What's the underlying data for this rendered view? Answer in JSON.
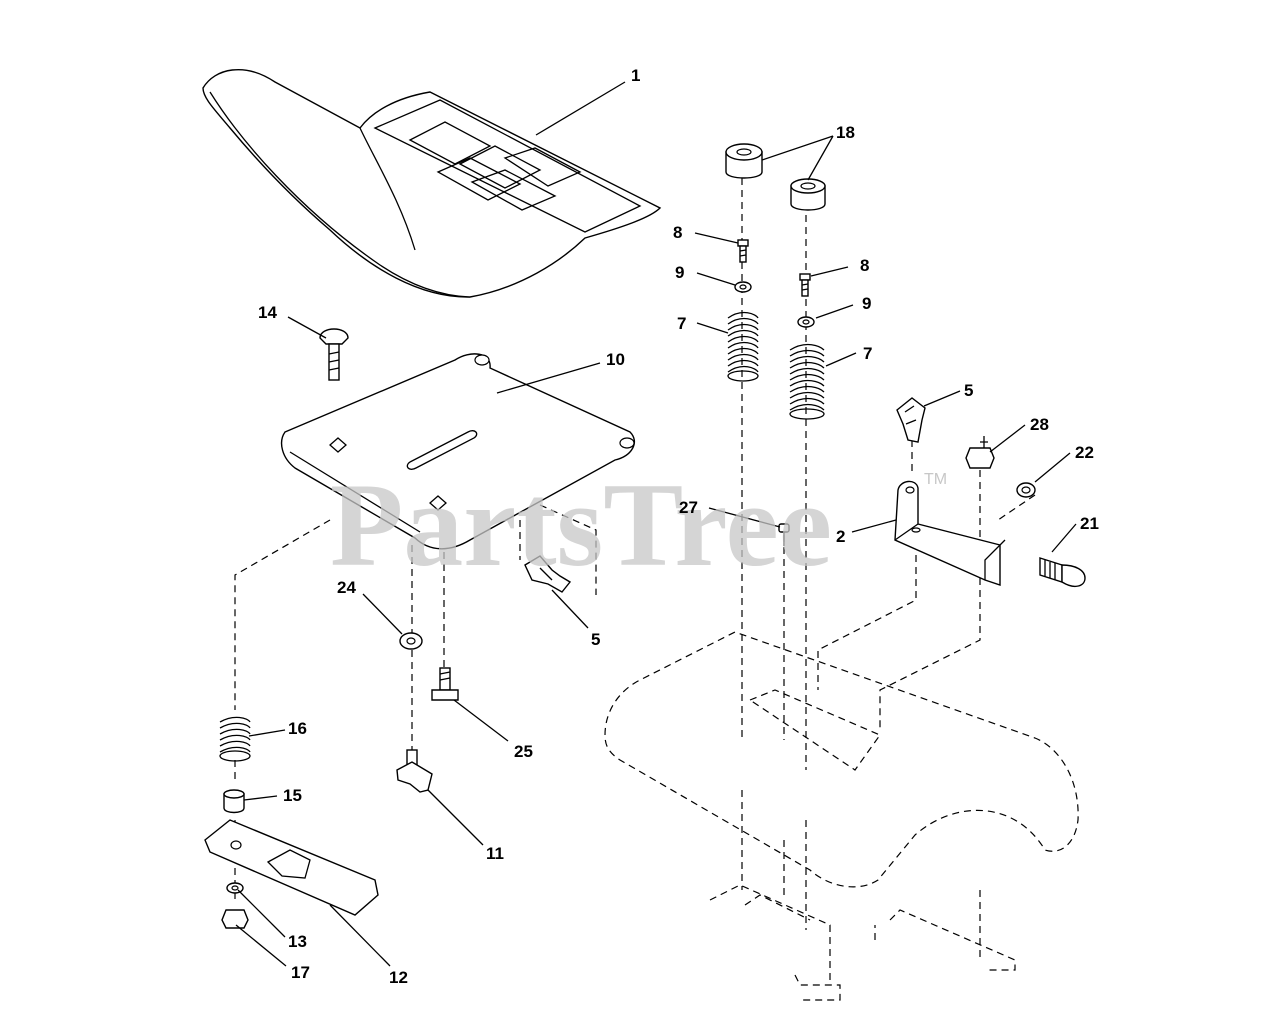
{
  "watermark": {
    "text": "PartsTree",
    "mark": "TM"
  },
  "callouts": [
    {
      "id": "1",
      "label": "1"
    },
    {
      "id": "18",
      "label": "18"
    },
    {
      "id": "8a",
      "label": "8"
    },
    {
      "id": "8b",
      "label": "8"
    },
    {
      "id": "9a",
      "label": "9"
    },
    {
      "id": "9b",
      "label": "9"
    },
    {
      "id": "7a",
      "label": "7"
    },
    {
      "id": "7b",
      "label": "7"
    },
    {
      "id": "14",
      "label": "14"
    },
    {
      "id": "10",
      "label": "10"
    },
    {
      "id": "5a",
      "label": "5"
    },
    {
      "id": "5b",
      "label": "5"
    },
    {
      "id": "28",
      "label": "28"
    },
    {
      "id": "22",
      "label": "22"
    },
    {
      "id": "27",
      "label": "27"
    },
    {
      "id": "2",
      "label": "2"
    },
    {
      "id": "21",
      "label": "21"
    },
    {
      "id": "24",
      "label": "24"
    },
    {
      "id": "16",
      "label": "16"
    },
    {
      "id": "25",
      "label": "25"
    },
    {
      "id": "15",
      "label": "15"
    },
    {
      "id": "11",
      "label": "11"
    },
    {
      "id": "13",
      "label": "13"
    },
    {
      "id": "17",
      "label": "17"
    },
    {
      "id": "12",
      "label": "12"
    }
  ]
}
